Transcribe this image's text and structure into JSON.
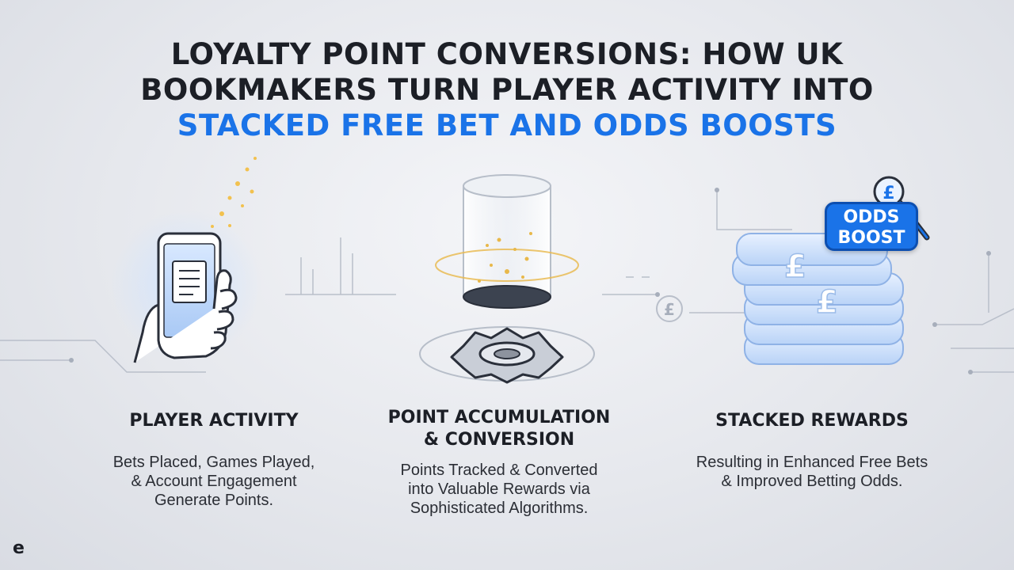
{
  "title": {
    "line1": "LOYALTY POINT CONVERSIONS: HOW UK",
    "line2": "BOOKMAKERS TURN PLAYER ACTIVITY INTO",
    "line3": "STACKED FREE BET AND ODDS BOOSTS"
  },
  "columns": [
    {
      "heading": "PLAYER ACTIVITY",
      "text": [
        "Bets Placed, Games Played,",
        "& Account Engagement",
        "Generate Points."
      ],
      "icon": "smartphone-hand-icon"
    },
    {
      "heading": [
        "POINT ACCUMULATION",
        "& CONVERSION"
      ],
      "text": [
        "Points Tracked & Converted",
        "into Valuable Rewards via",
        "Sophisticated Algorithms."
      ],
      "icon": "conversion-tube-gear-icon"
    },
    {
      "heading": "STACKED REWARDS",
      "text": [
        "Resulting in Enhanced Free Bets",
        "& Improved Betting Odds."
      ],
      "icon": "stacked-pound-chips-icon"
    }
  ],
  "badge": {
    "line1": "ODDS",
    "line2": "BOOST"
  },
  "currency_symbol": "£",
  "logo": "e",
  "colors": {
    "accent": "#1a73e8",
    "text": "#1c1f26",
    "gold": "#e8b84a"
  }
}
